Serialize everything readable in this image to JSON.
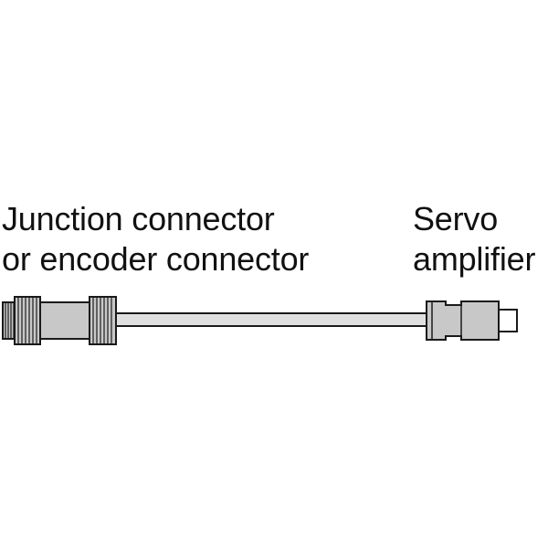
{
  "labels": {
    "left": {
      "line1": "Junction connector",
      "line2": "or encoder connector"
    },
    "right": {
      "line1": "Servo",
      "line2": "amplifier"
    }
  },
  "colors": {
    "connector_fill": "#c8c8c8",
    "cable_fill": "#e0e0e0",
    "outline": "#1a1a1a",
    "text": "#111111"
  }
}
